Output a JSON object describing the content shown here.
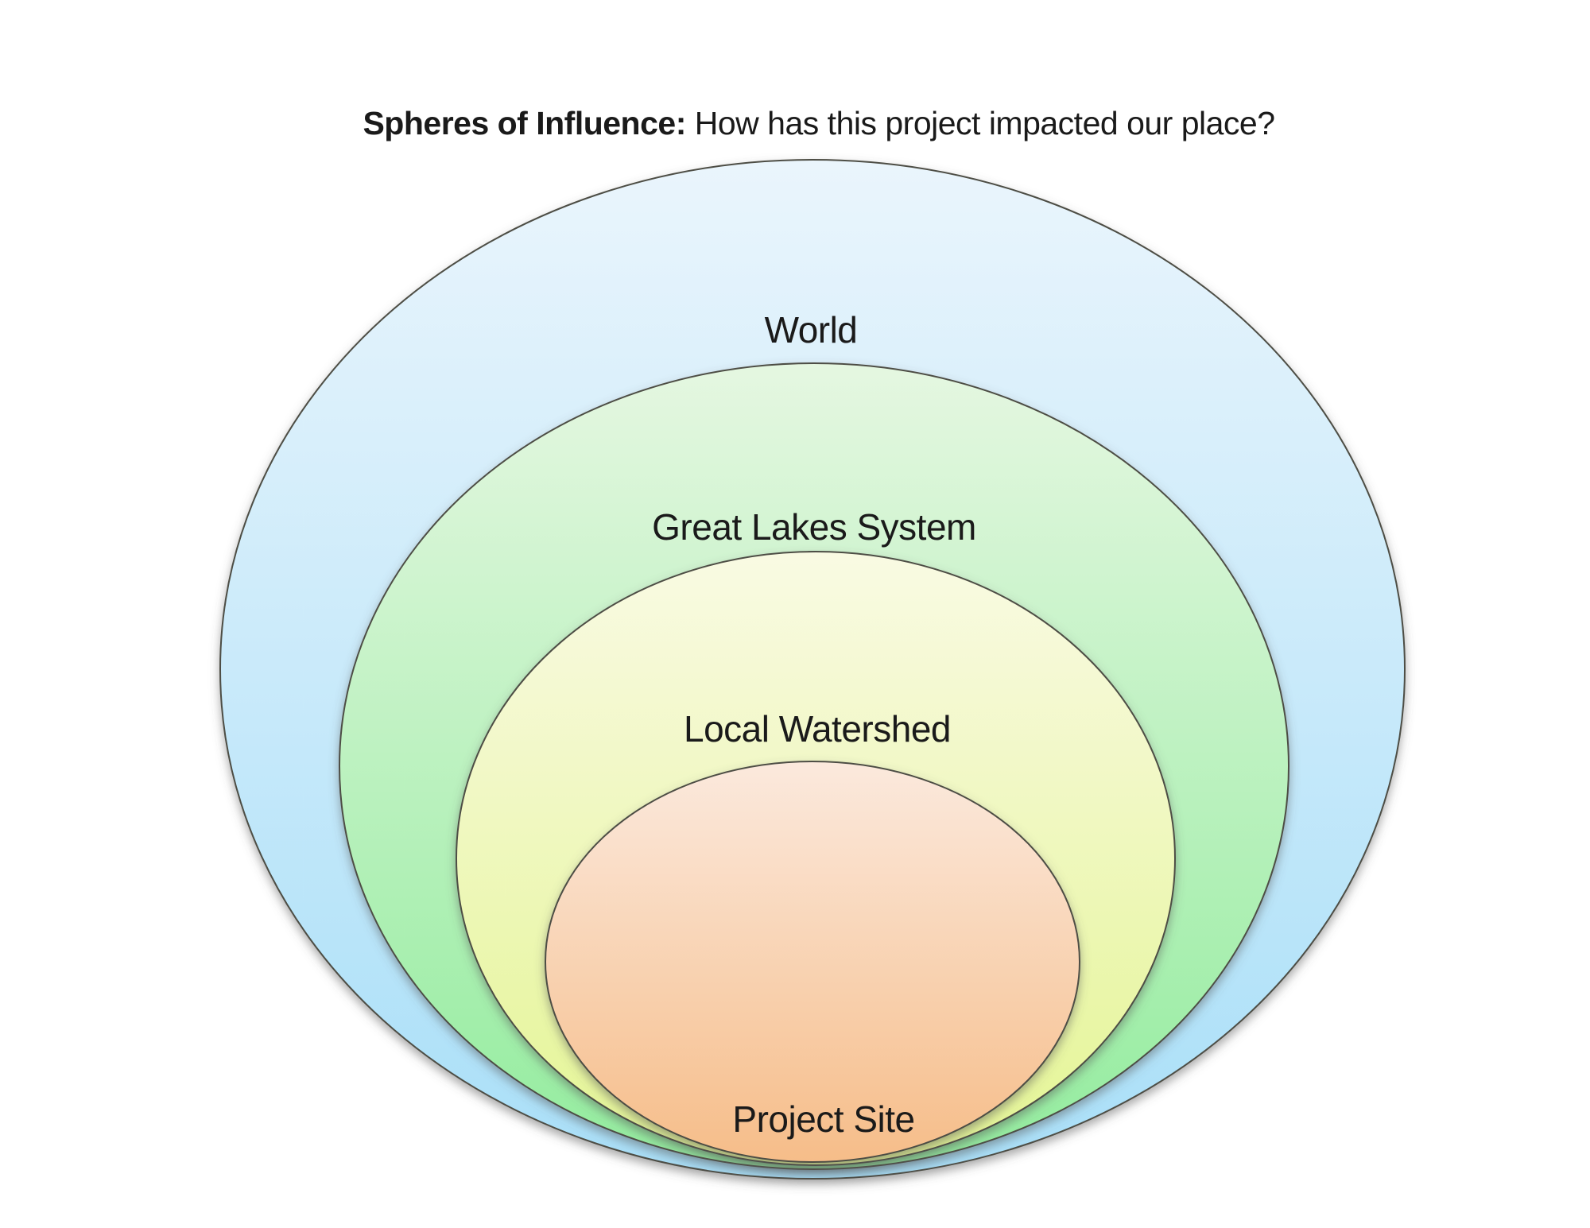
{
  "title": {
    "bold": "Spheres of Influence:",
    "rest": " How has this project impacted our place?"
  },
  "diagram": {
    "type": "nested-ellipses",
    "description": "Four concentric bottom-aligned ellipses, largest to smallest",
    "stroke_color": "#4d4e44",
    "text_color": "#1a1a1a",
    "levels": [
      {
        "label": "World",
        "fill_top": "#eaf5fc",
        "fill_bottom": "#a9dff8"
      },
      {
        "label": "Great Lakes System",
        "fill_top": "#e5f7e1",
        "fill_bottom": "#93ec9e"
      },
      {
        "label": "Local Watershed",
        "fill_top": "#f9fae3",
        "fill_bottom": "#e4f594"
      },
      {
        "label": "Project Site",
        "fill_top": "#fbe9dd",
        "fill_bottom": "#f6bd89"
      }
    ]
  }
}
